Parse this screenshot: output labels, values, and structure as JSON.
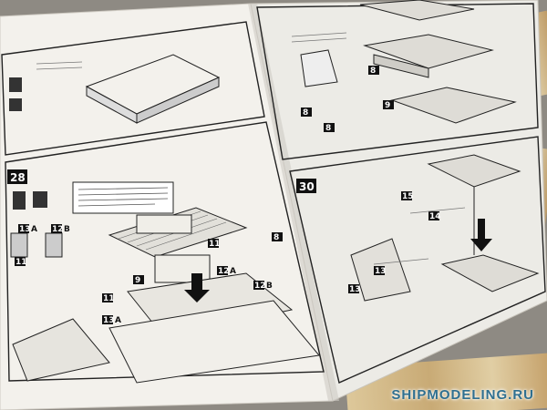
{
  "watermark": "SHIPMODELING.RU",
  "colors": {
    "paper": "#f3f1ec",
    "ink": "#161616",
    "badge": "#111111",
    "table": "#8e8a83",
    "wood": "#d9bd85"
  },
  "icons": [
    "paint-pot-icon",
    "paint-brush-icon",
    "glue-tube-icon",
    "arrow-down-icon"
  ],
  "step_numbers": {
    "step28": "28",
    "step30": "30"
  },
  "left_page": {
    "part_tags": [
      "13",
      "12",
      "11",
      "9",
      "8",
      "12",
      "12",
      "11",
      "13",
      "11"
    ],
    "part_letters": [
      "A",
      "B",
      "A",
      "B",
      "A"
    ]
  },
  "right_page": {
    "part_tags": [
      "8",
      "9",
      "8",
      "8",
      "15",
      "14",
      "13",
      "13"
    ]
  }
}
